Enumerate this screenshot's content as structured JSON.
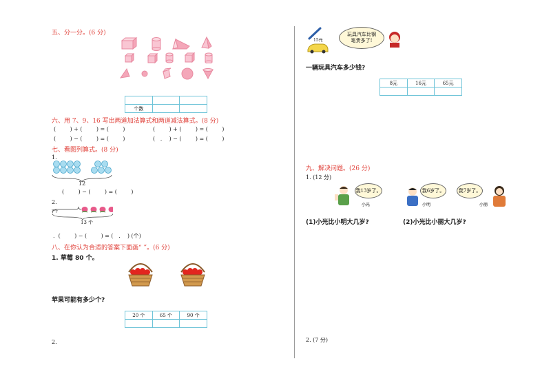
{
  "left": {
    "sec5_title": "五、分一分。(6 分)",
    "sec5_table_label": "个数",
    "sec6_title": "六、用 7、9、16 写出两道加法算式和两道减法算式。(8 分)",
    "sec6_row1": "(        ) + (        ) = (        )                (        ) + (        ) = (        )",
    "sec6_row2": "(        ) − (        ) = (        )                (   .    ) − (        ) = (        )",
    "sec7_title": "七、看图列算式。(8 分)",
    "sec7_q1_num": "1.",
    "sec7_q1_brace_label": "12",
    "sec7_q1_formula": "(        ) − (        ) = (        )",
    "sec7_q2_num": "2.",
    "sec7_q2_unknown": "?个",
    "sec7_q2_brace_label": "13 个",
    "sec7_q2_formula": ".  (        ) − (        ) = (   .    ) (个)",
    "sec8_title": "八、在你认为合适的答案下面画“  ”。(6 分)",
    "sec8_q1": "1. 草莓 80 个。",
    "sec8_q1_question": "苹果可能有多少个?",
    "sec8_options": [
      "20 个",
      "65 个",
      "90 个"
    ],
    "sec8_q2_num": "2."
  },
  "right": {
    "price_tag": "15元",
    "speech": "玩具汽车比钢笔贵多了!",
    "question": "一辆玩具汽车多少钱?",
    "price_options": [
      "8元",
      "16元",
      "65元"
    ],
    "sec9_title": "九、解决问题。(26 分)",
    "sec9_q1": "1. (12 分)",
    "bubble_xiaoguang": "我13岁了。",
    "name_xiaoguang": "小光",
    "bubble_xiaoming": "我6岁了。",
    "name_xiaoming": "小明",
    "bubble_xiaoli": "我7岁了。",
    "name_xiaoli": "小丽",
    "sub_q1": "(1)小光比小明大几岁?",
    "sub_q2": "(2)小光比小丽大几岁?",
    "sec9_q2": "2. (7 分)"
  },
  "colors": {
    "heading_red": "#e0413a",
    "table_border": "#6fc4d8",
    "shape_pink": "#f4a7b9",
    "circle_blue": "#a8dcf0"
  }
}
